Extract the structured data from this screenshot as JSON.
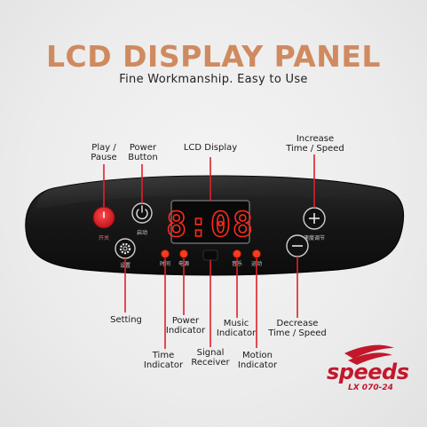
{
  "heading": "LCD DISPLAY PANEL",
  "subheading": "Fine Workmanship. Easy to Use",
  "display_time": "8:08",
  "labels": {
    "play_pause": "Play /\nPause",
    "power_button": "Power\nButton",
    "lcd_display": "LCD Display",
    "increase": "Increase\nTime / Speed",
    "setting": "Setting",
    "power_indicator": "Power\nIndicator",
    "music_indicator": "Music\nIndicator",
    "decrease": "Decrease\nTime / Speed",
    "time_indicator": "Time\nIndicator",
    "signal_receiver": "Signal\nReceiver",
    "motion_indicator": "Motion\nIndicator"
  },
  "panel_text": {
    "play_cn": "开关",
    "power_cn": "启动",
    "setting_cn": "设置",
    "speed_cn": "速度调节",
    "time_cn": "时间",
    "power_ind_cn": "电源",
    "music_cn": "音乐",
    "motion_cn": "运动"
  },
  "brand": {
    "name": "speeds",
    "model": "LX 070-24",
    "color": "#c2182b"
  },
  "colors": {
    "heading": "#d08a60",
    "panel": "#1c1c1c",
    "button_red": "#d41f26",
    "callout_red": "#e0202a",
    "led_red": "#ff2a1a"
  },
  "icons": {
    "play": "power-symbol-icon",
    "power": "power-symbol-icon",
    "setting": "gear-icon",
    "increase": "plus-icon",
    "decrease": "minus-icon"
  }
}
